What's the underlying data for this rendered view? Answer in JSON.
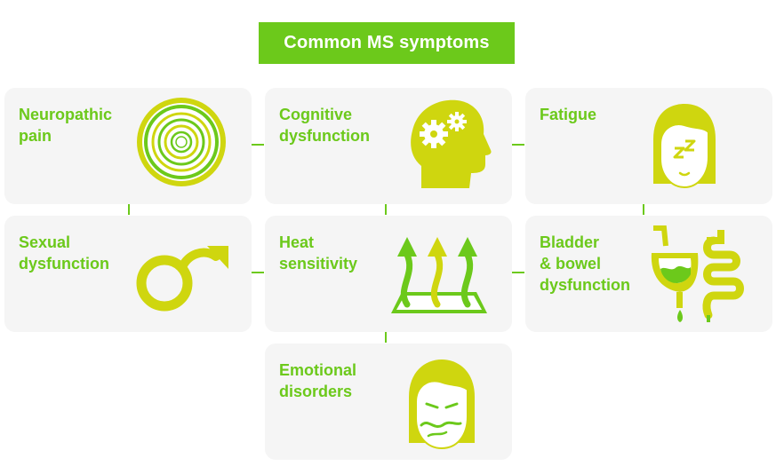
{
  "title": "Common MS symptoms",
  "colors": {
    "accent_green": "#6cc91b",
    "icon_lime": "#cfd60f",
    "card_bg": "#f5f5f5",
    "text_white": "#ffffff"
  },
  "cards": [
    {
      "label": "Neuropathic\npain",
      "icon": "concentric-rings-icon"
    },
    {
      "label": "Cognitive\ndysfunction",
      "icon": "head-gears-icon"
    },
    {
      "label": "Fatigue",
      "icon": "tired-face-icon"
    },
    {
      "label": "Sexual\ndysfunction",
      "icon": "male-symbol-icon"
    },
    {
      "label": "Heat\nsensitivity",
      "icon": "heat-waves-icon"
    },
    {
      "label": "Bladder\n& bowel\ndysfunction",
      "icon": "bladder-bowel-icon"
    },
    {
      "label": "Emotional\ndisorders",
      "icon": "sad-face-icon"
    }
  ]
}
